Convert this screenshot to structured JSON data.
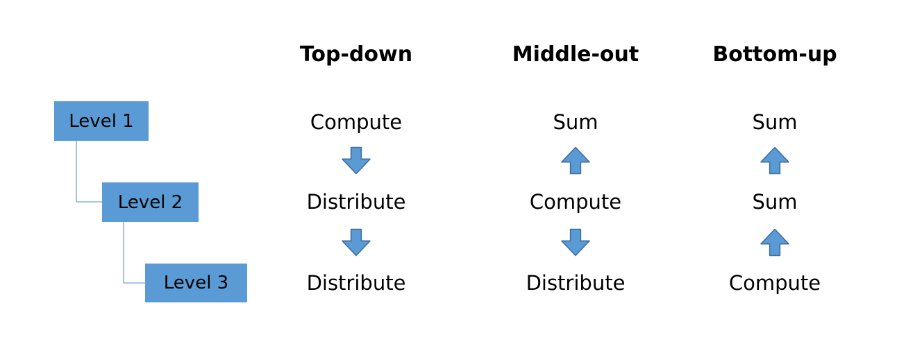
{
  "colors": {
    "shape_fill": "#5b9bd5",
    "shape_border": "#41719c",
    "connector_line": "#8ab4de",
    "text": "#000000",
    "background": "#ffffff"
  },
  "hierarchy": {
    "levels": [
      {
        "label": "Level 1"
      },
      {
        "label": "Level 2"
      },
      {
        "label": "Level 3"
      }
    ]
  },
  "columns": [
    {
      "header": "Top-down",
      "steps": [
        "Compute",
        "Distribute",
        "Distribute"
      ],
      "arrows": [
        "down",
        "down"
      ]
    },
    {
      "header": "Middle-out",
      "steps": [
        "Sum",
        "Compute",
        "Distribute"
      ],
      "arrows": [
        "up",
        "down"
      ]
    },
    {
      "header": "Bottom-up",
      "steps": [
        "Sum",
        "Sum",
        "Compute"
      ],
      "arrows": [
        "up",
        "up"
      ]
    }
  ]
}
